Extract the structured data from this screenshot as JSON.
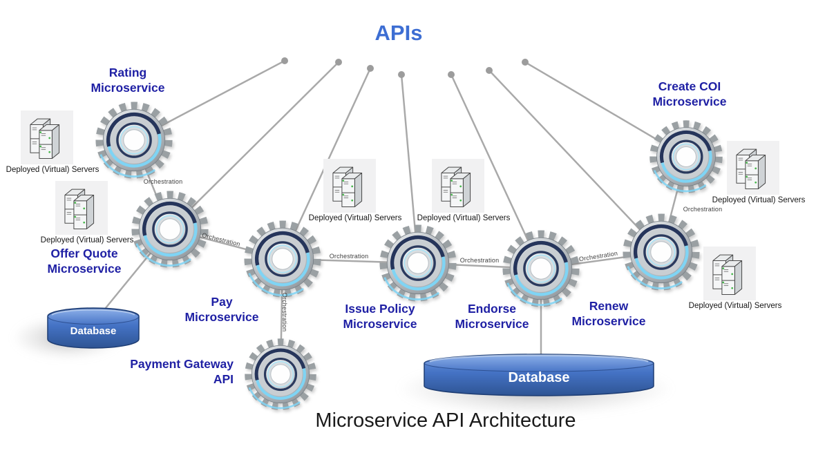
{
  "diagram": {
    "title": "APIs",
    "caption": "Microservice API Architecture",
    "connector_label": "Orchestration",
    "servers_caption": "Deployed (Virtual) Servers",
    "database_label": "Database",
    "services": {
      "rating": [
        "Rating",
        "Microservice"
      ],
      "offer_quote": [
        "Offer Quote",
        "Microservice"
      ],
      "pay": [
        "Pay",
        "Microservice"
      ],
      "issue_policy": [
        "Issue Policy",
        "Microservice"
      ],
      "endorse": [
        "Endorse",
        "Microservice"
      ],
      "renew": [
        "Renew",
        "Microservice"
      ],
      "create_coi": [
        "Create COI",
        "Microservice"
      ],
      "payment_gateway": [
        "Payment Gateway",
        "API"
      ]
    },
    "api_connections": [
      "Rating Microservice",
      "Offer Quote Microservice",
      "Pay Microservice",
      "Issue Policy Microservice",
      "Endorse Microservice",
      "Renew Microservice",
      "Create COI Microservice"
    ],
    "orchestration_links": [
      {
        "from": "Rating Microservice",
        "to": "Offer Quote Microservice"
      },
      {
        "from": "Offer Quote Microservice",
        "to": "Pay Microservice"
      },
      {
        "from": "Pay Microservice",
        "to": "Issue Policy Microservice"
      },
      {
        "from": "Issue Policy Microservice",
        "to": "Endorse Microservice"
      },
      {
        "from": "Endorse Microservice",
        "to": "Renew Microservice"
      },
      {
        "from": "Renew Microservice",
        "to": "Create COI Microservice"
      },
      {
        "from": "Pay Microservice",
        "to": "Payment Gateway API"
      }
    ],
    "database_links": [
      {
        "from": "Offer Quote Microservice",
        "to": "Database"
      },
      {
        "from": "Endorse Microservice",
        "to": "Database"
      }
    ],
    "server_attachments": [
      "Rating Microservice",
      "Offer Quote Microservice",
      "Pay Microservice",
      "Issue Policy Microservice",
      "Create COI Microservice",
      "Renew Microservice"
    ],
    "colors": {
      "service_label": "#1F20A4",
      "apis_title": "#3D6ED3",
      "caption": "#1A1A1A",
      "connector": "#A9A9A9",
      "database_top": "#5C88D8",
      "database_body": "#33599B",
      "gear_accent": "#7FD4F4"
    }
  }
}
